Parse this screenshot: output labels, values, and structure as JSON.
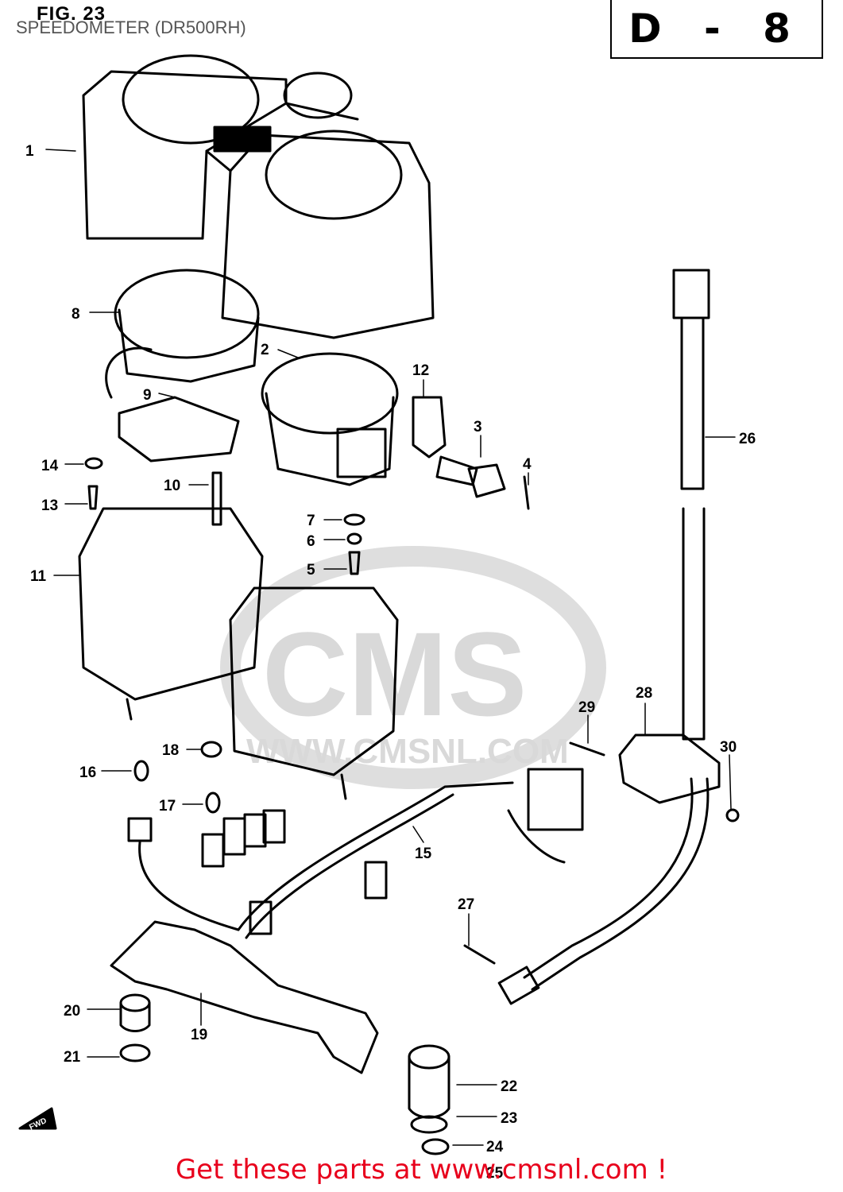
{
  "header": {
    "figure": "FIG. 23",
    "subtitle": "SPEEDOMETER (DR500RH)",
    "page_code": "D - 8"
  },
  "watermark": {
    "brand": "CMS",
    "url": "WWW.CMSNL.COM"
  },
  "arrow_label": "FWD",
  "footer": {
    "text": "Get these parts at www.cmsnl.com !",
    "color": "#e8001c"
  },
  "callouts": [
    "1",
    "2",
    "3",
    "4",
    "5",
    "6",
    "7",
    "8",
    "9",
    "10",
    "11",
    "12",
    "13",
    "14",
    "15",
    "16",
    "17",
    "18",
    "19",
    "20",
    "21",
    "22",
    "23",
    "24",
    "25",
    "26",
    "27",
    "28",
    "29",
    "30"
  ]
}
